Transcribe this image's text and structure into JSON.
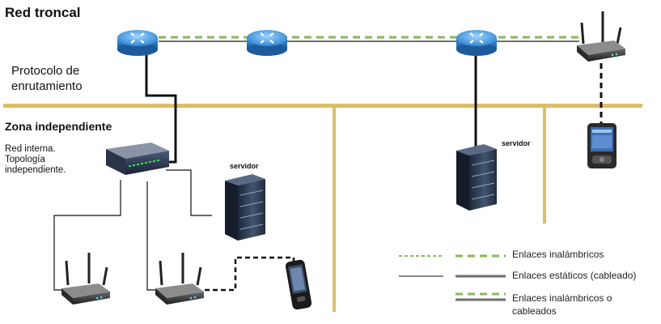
{
  "backbone": {
    "title": "Red troncal",
    "protocol_label": "Protocolo de enrutamiento"
  },
  "zone": {
    "title": "Zona independiente",
    "description": "Red interna. Topología independiente."
  },
  "servers": {
    "left_label": "servidor",
    "right_label": "servidor"
  },
  "legend": {
    "wireless": "Enlaces inalámbricos",
    "static": "Enlaces estáticos (cableado)",
    "mixed": "Enlaces inalámbricos o cableados"
  },
  "colors": {
    "band": "#d9bf6a",
    "wireless_green": "#86b95a",
    "static_gray": "#6f6f6f",
    "router_blue": "#4a9fe0"
  },
  "icons": [
    "router-icon",
    "wireless-router-icon",
    "server-icon",
    "switch-icon",
    "pda-icon",
    "phone-icon"
  ]
}
